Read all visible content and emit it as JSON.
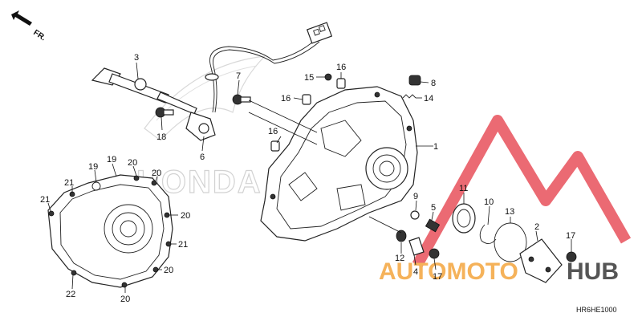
{
  "diagram": {
    "direction_label": "FR.",
    "diagram_code": "HR6HE1000",
    "background_emblem_text": "HONDA",
    "watermark": {
      "part_a": "AUTOMOTO",
      "part_b": "HUB",
      "colors": {
        "triangle": "#e8505b",
        "text_a": "#f5b25a",
        "text_b": "#555555"
      }
    },
    "callouts": [
      {
        "id": "c1",
        "label": "1"
      },
      {
        "id": "c2",
        "label": "2"
      },
      {
        "id": "c3",
        "label": "3"
      },
      {
        "id": "c4",
        "label": "4"
      },
      {
        "id": "c5",
        "label": "5"
      },
      {
        "id": "c6",
        "label": "6"
      },
      {
        "id": "c7",
        "label": "7"
      },
      {
        "id": "c8",
        "label": "8"
      },
      {
        "id": "c9",
        "label": "9"
      },
      {
        "id": "c10",
        "label": "10"
      },
      {
        "id": "c11",
        "label": "11"
      },
      {
        "id": "c12",
        "label": "12"
      },
      {
        "id": "c13",
        "label": "13"
      },
      {
        "id": "c14",
        "label": "14"
      },
      {
        "id": "c15",
        "label": "15"
      },
      {
        "id": "c16a",
        "label": "16"
      },
      {
        "id": "c16b",
        "label": "16"
      },
      {
        "id": "c16c",
        "label": "16"
      },
      {
        "id": "c17a",
        "label": "17"
      },
      {
        "id": "c17b",
        "label": "17"
      },
      {
        "id": "c18",
        "label": "18"
      },
      {
        "id": "c19a",
        "label": "19"
      },
      {
        "id": "c19b",
        "label": "19"
      },
      {
        "id": "c20a",
        "label": "20"
      },
      {
        "id": "c20b",
        "label": "20"
      },
      {
        "id": "c20c",
        "label": "20"
      },
      {
        "id": "c20d",
        "label": "20"
      },
      {
        "id": "c20e",
        "label": "20"
      },
      {
        "id": "c21a",
        "label": "21"
      },
      {
        "id": "c21b",
        "label": "21"
      },
      {
        "id": "c21c",
        "label": "21"
      },
      {
        "id": "c22",
        "label": "22"
      }
    ]
  }
}
